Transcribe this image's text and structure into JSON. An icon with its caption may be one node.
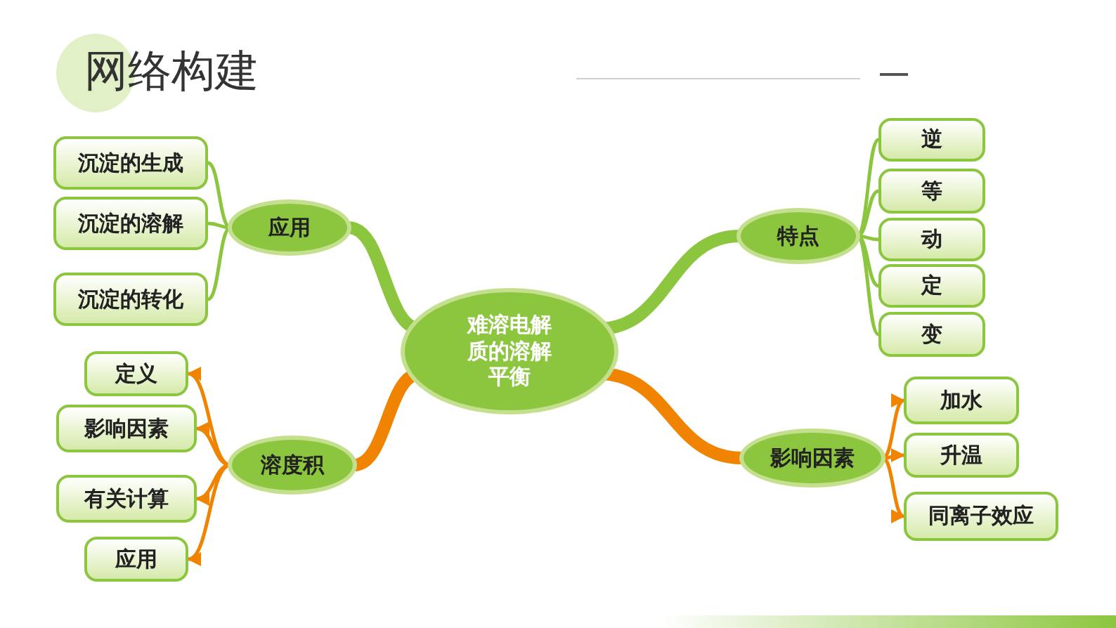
{
  "diagram": {
    "title": "网络构建",
    "nodes": [
      {
        "text": [
          "难溶电解质的溶解平衡"
        ]
      },
      {
        "text": [
          "应用"
        ]
      },
      {
        "text": [
          "沉淀的生成"
        ]
      },
      {
        "text": [
          "沉淀的溶解"
        ]
      },
      {
        "text": [
          "沉淀的转化"
        ]
      },
      {
        "text": [
          "溶度积"
        ]
      },
      {
        "text": [
          "定义"
        ]
      },
      {
        "text": [
          "影响因素"
        ]
      },
      {
        "text": [
          "有关计算"
        ]
      },
      {
        "text": [
          "应用"
        ]
      },
      {
        "text": [
          "特点"
        ]
      },
      {
        "text": [
          "逆"
        ]
      },
      {
        "text": [
          "等"
        ]
      },
      {
        "text": [
          "动"
        ]
      },
      {
        "text": [
          "定"
        ]
      },
      {
        "text": [
          "变"
        ]
      },
      {
        "text": [
          "影响因素"
        ]
      },
      {
        "text": [
          "加水"
        ]
      },
      {
        "text": [
          "升温"
        ]
      },
      {
        "text": [
          "同离子效应"
        ]
      }
    ],
    "edges": [
      {
        "from": 0,
        "to": 1,
        "arrow": "none",
        "style": "thick"
      },
      {
        "from": 1,
        "to": 2,
        "arrow": "none"
      },
      {
        "from": 1,
        "to": 3,
        "arrow": "none"
      },
      {
        "from": 1,
        "to": 4,
        "arrow": "none"
      },
      {
        "from": 0,
        "to": 5,
        "arrow": "none",
        "style": "thick",
        "color": "#f08300"
      },
      {
        "from": 5,
        "to": 6,
        "arrow": "to",
        "color": "#f08300"
      },
      {
        "from": 5,
        "to": 7,
        "arrow": "to",
        "color": "#f08300"
      },
      {
        "from": 5,
        "to": 8,
        "arrow": "to",
        "color": "#f08300"
      },
      {
        "from": 5,
        "to": 9,
        "arrow": "to",
        "color": "#f08300"
      },
      {
        "from": 0,
        "to": 10,
        "arrow": "none",
        "style": "thick"
      },
      {
        "from": 10,
        "to": 11,
        "arrow": "none"
      },
      {
        "from": 10,
        "to": 12,
        "arrow": "none"
      },
      {
        "from": 10,
        "to": 13,
        "arrow": "none"
      },
      {
        "from": 10,
        "to": 14,
        "arrow": "none"
      },
      {
        "from": 10,
        "to": 15,
        "arrow": "none"
      },
      {
        "from": 0,
        "to": 16,
        "arrow": "none",
        "style": "thick",
        "color": "#f08300"
      },
      {
        "from": 16,
        "to": 17,
        "arrow": "to",
        "color": "#f08300"
      },
      {
        "from": 16,
        "to": 18,
        "arrow": "to",
        "color": "#f08300"
      },
      {
        "from": 16,
        "to": 19,
        "arrow": "to",
        "color": "#f08300"
      }
    ]
  }
}
